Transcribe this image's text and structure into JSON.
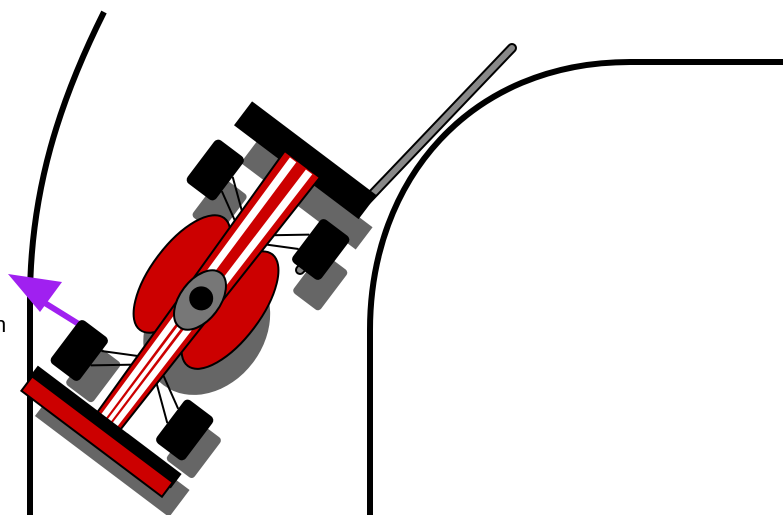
{
  "scene": {
    "edge_text": "n",
    "colors": {
      "track_line": "#000000",
      "car_red": "#cc0000",
      "car_black": "#000000",
      "car_white": "#ffffff",
      "shadow": "#666666",
      "arrow": "#a020f0",
      "tether": "#777777"
    },
    "elements": [
      "track-inner-boundary",
      "track-outer-boundary",
      "race-car",
      "car-shadow",
      "direction-arrow",
      "tether-rod"
    ]
  }
}
